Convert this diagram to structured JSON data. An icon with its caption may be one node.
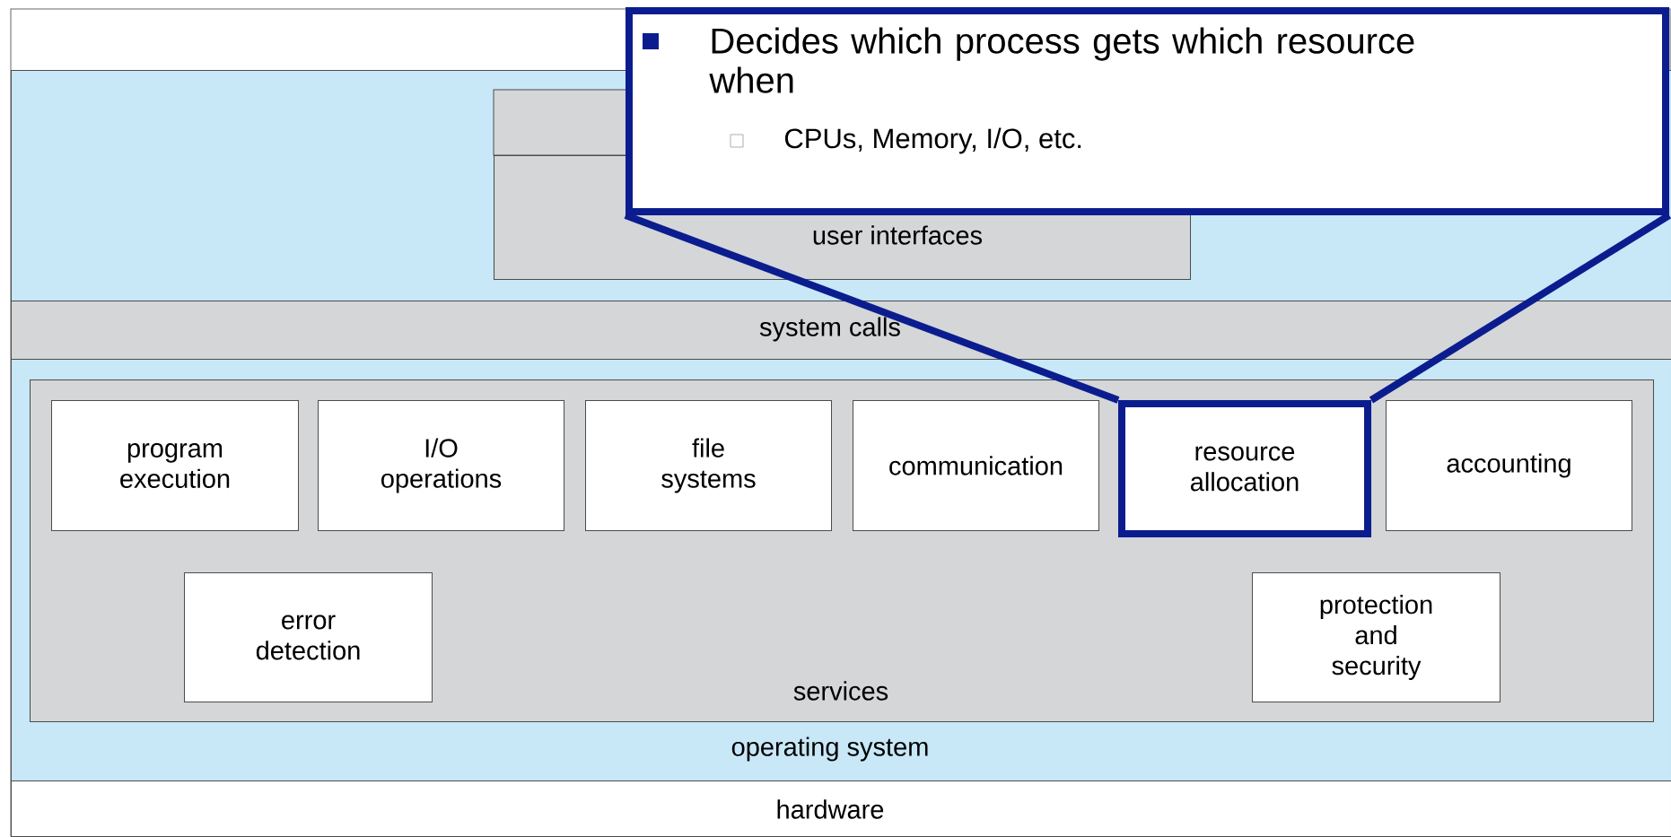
{
  "diagram": {
    "nodes": [
      {
        "text": [
          "Decides which process gets which resource when",
          "CPUs, Memory, I/O, etc."
        ]
      },
      {
        "text": [
          "operating system"
        ]
      },
      {
        "text": [
          "user interfaces"
        ],
        "in": 1
      },
      {
        "text": [
          "system calls"
        ],
        "in": 1
      },
      {
        "text": [
          "services"
        ],
        "in": 1
      },
      {
        "text": [
          "program execution"
        ],
        "in": 4
      },
      {
        "text": [
          "I/O operations"
        ],
        "in": 4
      },
      {
        "text": [
          "file systems"
        ],
        "in": 4
      },
      {
        "text": [
          "communication"
        ],
        "in": 4
      },
      {
        "text": [
          "resource allocation"
        ],
        "in": 4
      },
      {
        "text": [
          "accounting"
        ],
        "in": 4
      },
      {
        "text": [
          "error detection"
        ],
        "in": 4
      },
      {
        "text": [
          "protection and security"
        ],
        "in": 4
      },
      {
        "text": [
          "hardware"
        ]
      }
    ],
    "edges": [
      {
        "from": 0,
        "to": 9,
        "arrow": "none",
        "color": "#0b1d8e"
      },
      {
        "from": 0,
        "to": 9,
        "arrow": "none",
        "color": "#0b1d8e"
      }
    ]
  }
}
